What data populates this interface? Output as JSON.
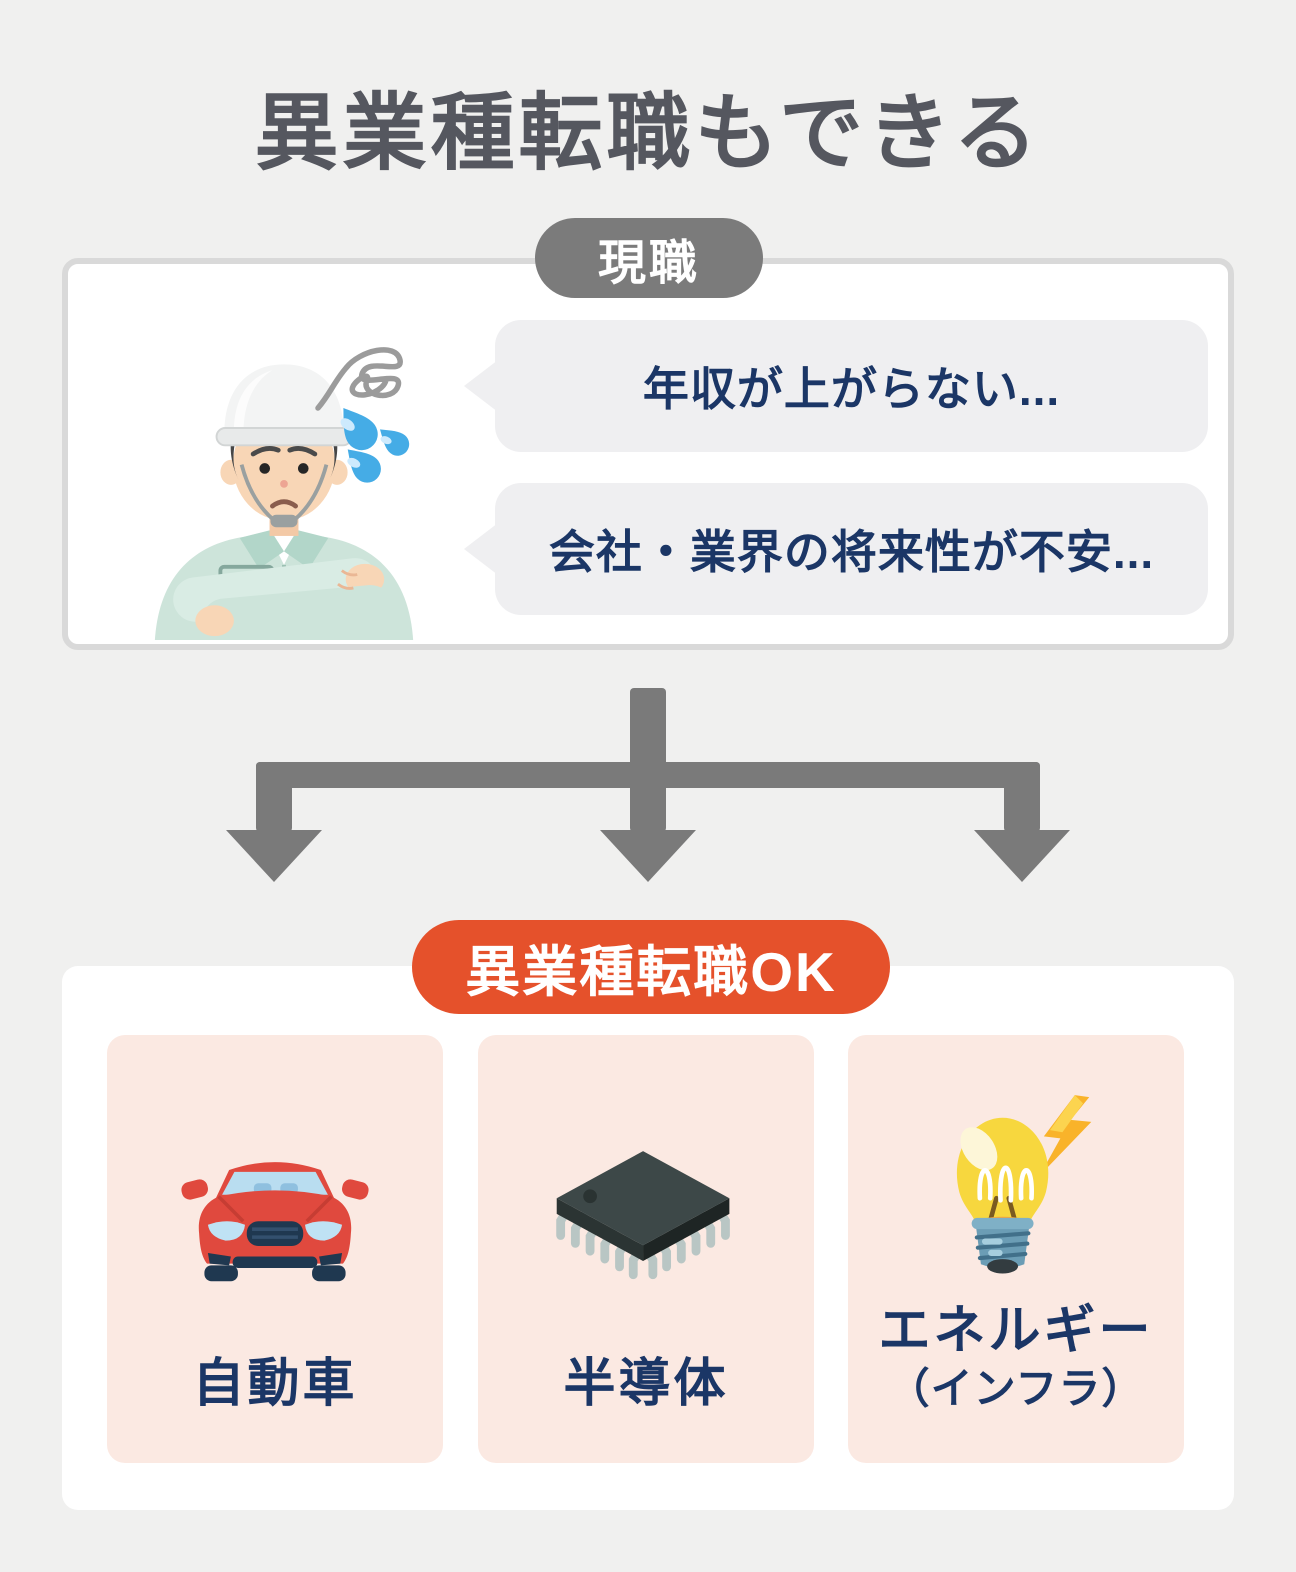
{
  "page": {
    "title": "異業種転職もできる"
  },
  "current_job_section": {
    "badge_label": "現職",
    "worker_icon": "construction-worker-illustration",
    "mood_icons": [
      "confusion-scribble-icon",
      "sweat-drops-icon"
    ],
    "speech_bubbles": [
      {
        "text": "年収が上がらない..."
      },
      {
        "text": "会社・業界の将来性が不安..."
      }
    ]
  },
  "flow": {
    "arrow_icon": "three-way-split-down-arrow"
  },
  "result_section": {
    "badge_label": "異業種転職OK",
    "industries": [
      {
        "label": "自動車",
        "icon": "car-icon"
      },
      {
        "label": "半導体",
        "icon": "semiconductor-chip-icon"
      },
      {
        "label": "エネルギー",
        "label_sub": "（インフラ）",
        "icon": "light-bulb-icon",
        "extra_icon": "lightning-bolt-icon"
      }
    ]
  },
  "colors": {
    "background": "#f0f0ef",
    "card_white": "#ffffff",
    "card_border": "#d9d9d9",
    "badge_gray": "#7b7b7b",
    "badge_orange": "#e5512b",
    "text_title_gray": "#55575f",
    "text_navy": "#1b3666",
    "bubble_gray": "#efeff1",
    "arrow_gray": "#7a7a7a",
    "industry_card_pink": "#fbe9e2",
    "car_red": "#e0493e",
    "sweat_blue": "#45ace6",
    "bulb_yellow": "#f7d73e",
    "bolt_yellow": "#f9b32a"
  }
}
